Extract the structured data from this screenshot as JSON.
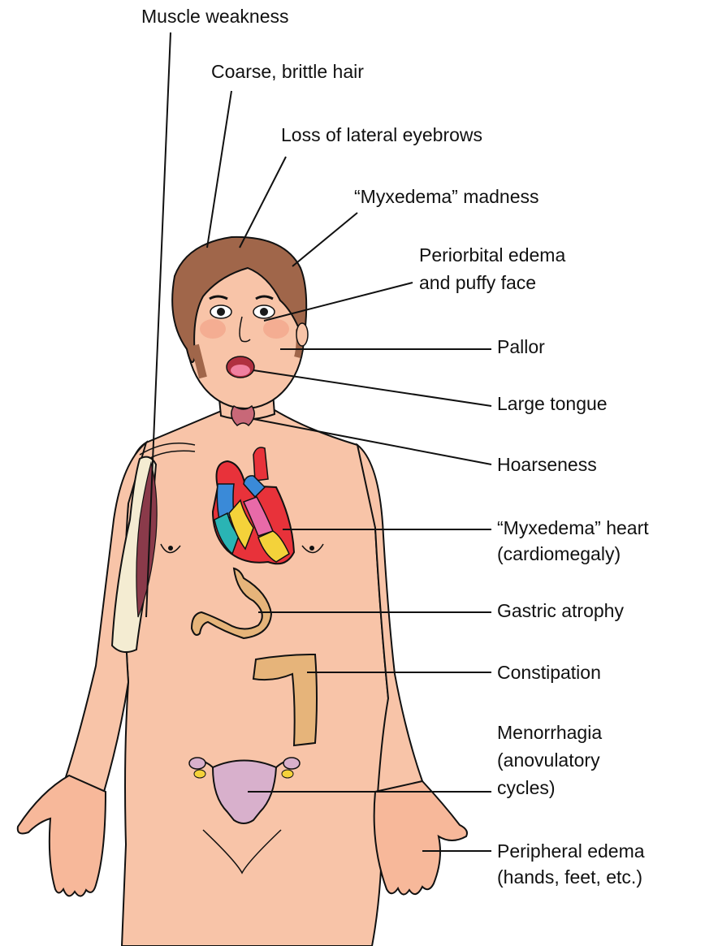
{
  "labels": {
    "muscle_weakness": "Muscle weakness",
    "hair": "Coarse, brittle hair",
    "eyebrows": "Loss of lateral eyebrows",
    "madness": "“Myxedema” madness",
    "periorbital_1": "Periorbital edema",
    "periorbital_2": "and puffy face",
    "pallor": "Pallor",
    "tongue": "Large tongue",
    "hoarseness": "Hoarseness",
    "heart_1": "“Myxedema” heart",
    "heart_2": "(cardiomegaly)",
    "gastric": "Gastric atrophy",
    "constipation": "Constipation",
    "menorrhagia_1": "Menorrhagia",
    "menorrhagia_2": "(anovulatory",
    "menorrhagia_3": "cycles)",
    "edema_1": "Peripheral edema",
    "edema_2": "(hands, feet, etc.)"
  },
  "colors": {
    "skin": "#f8c4a8",
    "skin_shade": "#f09a80",
    "hair": "#a0664a",
    "heart_red": "#e8323a",
    "heart_blue": "#3a8ad8",
    "heart_yellow": "#f4d23a",
    "heart_pink": "#e86aa8",
    "heart_teal": "#2ab4b4",
    "gut": "#e6b47a",
    "uterus": "#d8b0cc",
    "muscle": "#8a3a4a",
    "bone": "#f4ecd2",
    "line": "#111111"
  }
}
